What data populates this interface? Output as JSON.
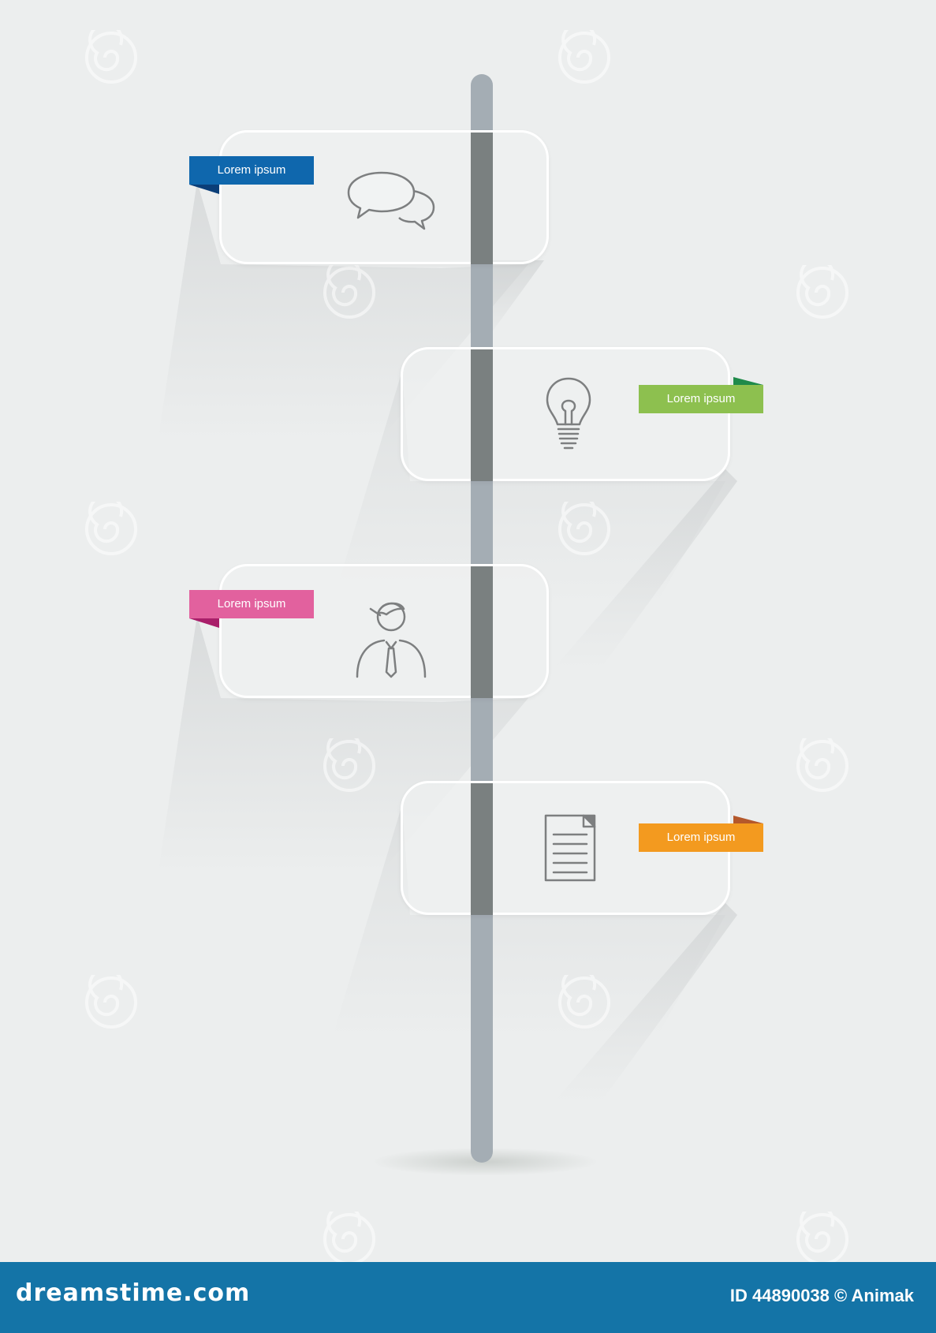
{
  "colors": {
    "background": "#eceeee",
    "pole": "#a4adb4",
    "pole_segment": "#7a8080",
    "footer": "#1474a7"
  },
  "steps": [
    {
      "label": "Lorem ipsum",
      "icon": "speech-bubbles-icon",
      "side": "left",
      "tag_color": "#0f67ad",
      "fold_color": "#0b3e78"
    },
    {
      "label": "Lorem ipsum",
      "icon": "light-bulb-icon",
      "side": "right",
      "tag_color": "#8dc04f",
      "fold_color": "#1f8a4a"
    },
    {
      "label": "Lorem ipsum",
      "icon": "businessman-icon",
      "side": "left",
      "tag_color": "#e2619e",
      "fold_color": "#a91f6a"
    },
    {
      "label": "Lorem ipsum",
      "icon": "document-icon",
      "side": "right",
      "tag_color": "#f39a1f",
      "fold_color": "#b4582b"
    }
  ],
  "footer": {
    "logo": "dreamstime.com",
    "image_id": "ID 44890038 © Animak"
  }
}
